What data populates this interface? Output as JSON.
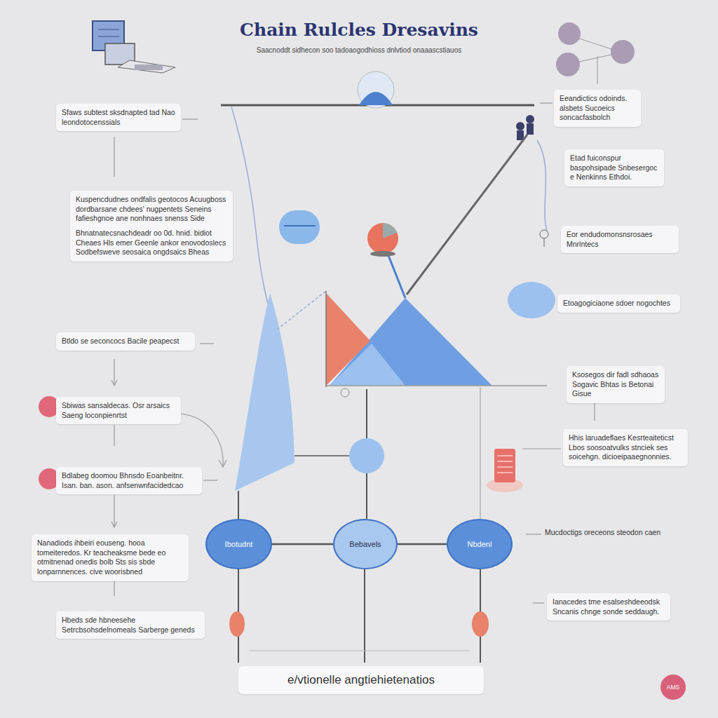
{
  "diagram": {
    "title": "Chain Rulcles Dresavins",
    "caption": "e/vtionelle angtiehietenatios",
    "nodes": [
      {
        "text": [
          "Sfaws subtest sksdnapted tad Nao leondotocenssials"
        ]
      },
      {
        "text": [
          "Eeandictics odoinds. alsbets Sucoeics soncacfasbolch"
        ]
      },
      {
        "text": [
          "Etad fuiconspur baspohsipade Snbesergoc e Nenkinns Ethdoi."
        ]
      },
      {
        "text": [
          "Kuspencdudnes ondfalis geotocos Acuugboss dordbarsane chdees' nugpentets Seneins fafieshgnoe ane nonhnaes snenss Side",
          "Bhnatnatecsnachdeadr oo 0d. hnid. bidiot Cheaes Hls emer Geenle ankor enovodoslecs Sodbefsweve seosaica ongdsaics Bheas"
        ]
      },
      {
        "text": [
          "Eor endudomonsnsrosaes Mnrlntecs"
        ]
      },
      {
        "text": [
          "Etoagogiciaone sdoer nogochtes"
        ]
      },
      {
        "text": [
          "Btldo se seconcocs Bacile peapecst"
        ]
      },
      {
        "text": [
          "Ksosegos dir fadl sdhaoas Sogavic Bhtas is Betonai Gisue"
        ]
      },
      {
        "text": [
          "Sbiwas sansaldecas. Osr arsaics Saeng loconpienrtst"
        ]
      },
      {
        "text": [
          "Hhis laruadeflaes Kesrteaiteticst Lbos soosoatvulks stnciek ses soicehgn. dicioeipaaegnonnies."
        ]
      },
      {
        "text": [
          "Bdlabeg doomou Bhnsdo Eoanbeitnr. Isan. ban. ason. anfsenwnfacidedcao"
        ]
      },
      {
        "text": [
          "Ibotudnt"
        ]
      },
      {
        "text": [
          "Bebavels"
        ]
      },
      {
        "text": [
          "Nbdenl"
        ]
      },
      {
        "text": [
          "Nanadiods ihbeiri eouseng. hooa tomeiteredos. Kr teacheaksme bede eo otmitnenad onedis bolb Sts sis sbde lonparnnences. cive woorisbned"
        ]
      },
      {
        "text": [
          "Ianacedes tme esalseshdeeodsk Sncanis chnge sonde seddaugh."
        ]
      },
      {
        "text": [
          "Hbeds sde hbneesehe Setrcbsohsdelnomeals Sarberge geneds"
        ]
      },
      {
        "text": [
          "AMS"
        ]
      }
    ],
    "edges": [
      {
        "from": 11,
        "to": 12,
        "arrow": "none"
      },
      {
        "from": 12,
        "to": 13,
        "arrow": "none"
      }
    ],
    "labels": [
      "Saacnoddt sidhecon soo tadoaogodhioss dnlvtiod onaaascstiauos",
      "Mucdoctigs oreceons steodon caen"
    ]
  }
}
